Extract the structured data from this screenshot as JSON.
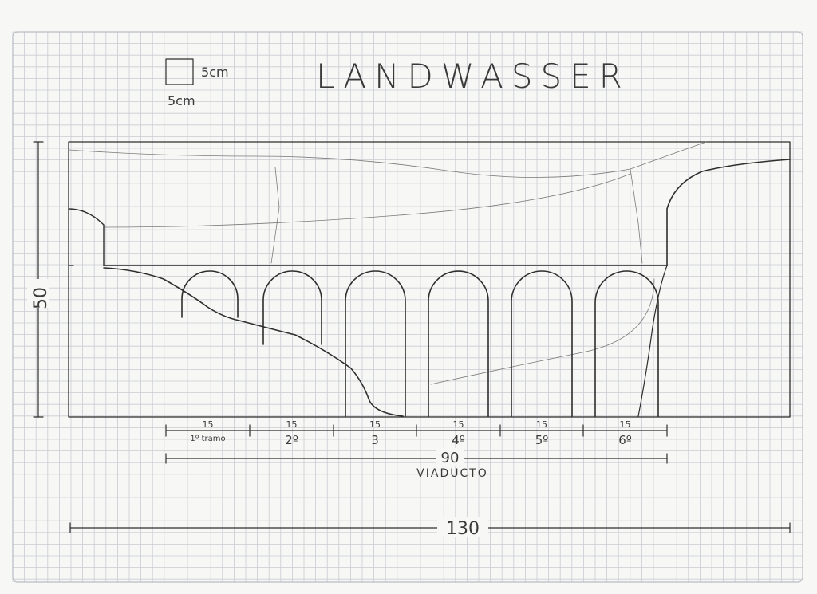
{
  "title": "LANDWASSER",
  "scale_legend": {
    "width_label": "5cm",
    "height_label": "5cm"
  },
  "dimensions": {
    "height": "50",
    "total_width": "130",
    "viaduct_width": "90",
    "viaduct_label": "VIADUCTO"
  },
  "spans": [
    {
      "length": "15",
      "label": "1º tramo"
    },
    {
      "length": "15",
      "label": "2º"
    },
    {
      "length": "15",
      "label": "3"
    },
    {
      "length": "15",
      "label": "4º"
    },
    {
      "length": "15",
      "label": "5º"
    },
    {
      "length": "15",
      "label": "6º"
    }
  ],
  "colors": {
    "paper": "#f7f7f5",
    "grid": "#c9ccd2",
    "pencil": "#2e2e2e"
  }
}
